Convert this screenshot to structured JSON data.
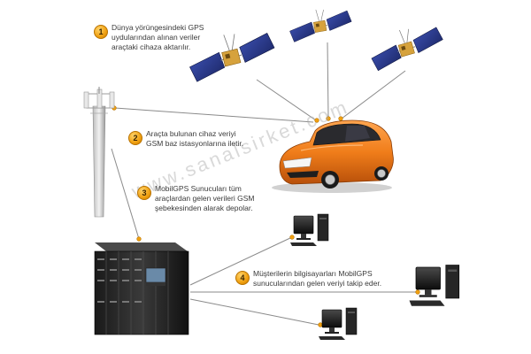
{
  "steps": [
    {
      "number": "1",
      "lines": [
        "Dünya yörüngesindeki GPS",
        "uydularından alınan veriler",
        "araçtaki cihaza aktarılır."
      ]
    },
    {
      "number": "2",
      "lines": [
        "Araçta bulunan cihaz veriyi",
        "GSM baz istasyonlarına iletir."
      ]
    },
    {
      "number": "3",
      "lines": [
        "MobilGPS Sunucuları tüm",
        "araçlardan gelen verileri GSM",
        "şebekesinden alarak depolar."
      ]
    },
    {
      "number": "4",
      "lines": [
        "Müşterilerin bilgisayarları MobilGPS",
        "sunucularından gelen veriyi takip eder."
      ]
    }
  ],
  "watermark": "www.sanalsirket.com",
  "colors": {
    "badge": "#f0a010",
    "car": "#f07d1a",
    "link_line": "#8a8a8a",
    "satellite_panel": "#2a3a8c",
    "satellite_body": "#d6a23c"
  },
  "icons": [
    "satellite-icon",
    "gsm-tower-icon",
    "car-icon",
    "server-rack-icon",
    "computer-icon"
  ]
}
